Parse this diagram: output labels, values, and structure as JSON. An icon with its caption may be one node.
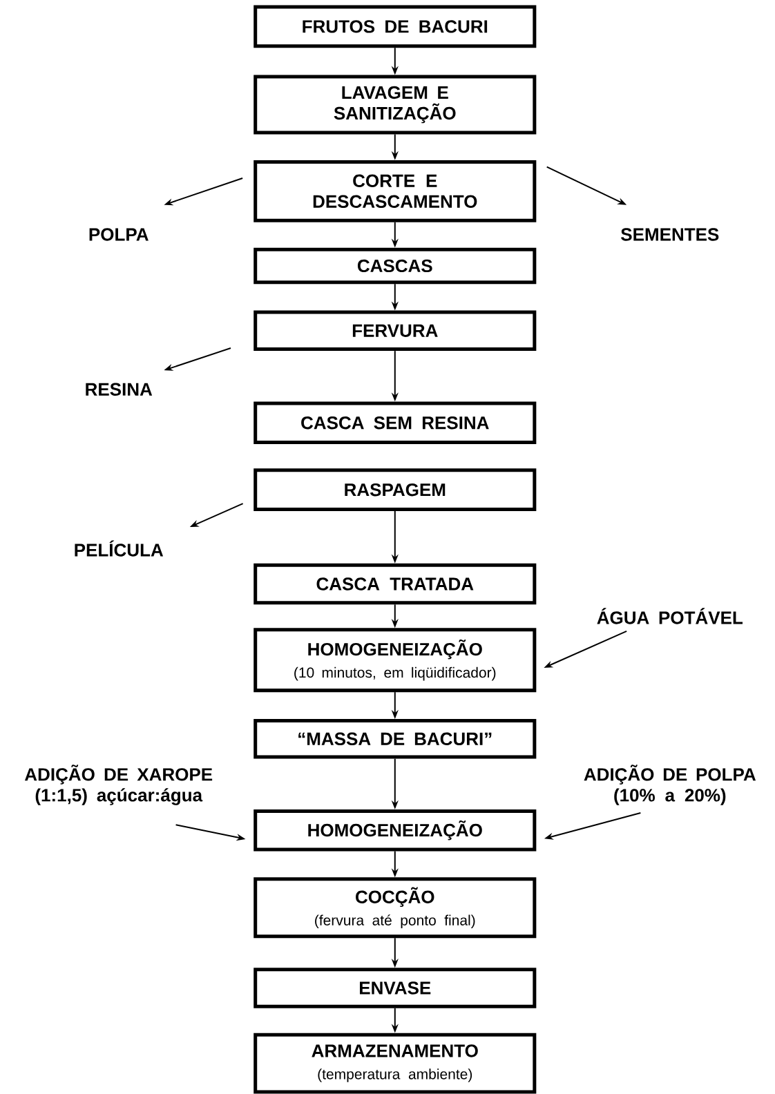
{
  "diagram": {
    "nodes": [
      {
        "text": [
          "FRUTOS DE BACURI"
        ]
      },
      {
        "text": [
          "LAVAGEM E SANITIZAÇÃO"
        ]
      },
      {
        "text": [
          "CORTE E DESCASCAMENTO"
        ]
      },
      {
        "text": [
          "CASCAS"
        ]
      },
      {
        "text": [
          "FERVURA"
        ]
      },
      {
        "text": [
          "CASCA SEM RESINA"
        ]
      },
      {
        "text": [
          "RASPAGEM"
        ]
      },
      {
        "text": [
          "CASCA TRATADA"
        ]
      },
      {
        "text": [
          "HOMOGENEIZAÇÃO",
          "(10 minutos, em liqüidificador)"
        ]
      },
      {
        "text": [
          "“MASSA DE BACURI”"
        ]
      },
      {
        "text": [
          "HOMOGENEIZAÇÃO"
        ]
      },
      {
        "text": [
          "COCÇÃO",
          "(fervura até ponto final)"
        ]
      },
      {
        "text": [
          "ENVASE"
        ]
      },
      {
        "text": [
          "ARMAZENAMENTO",
          "(temperatura ambiente)"
        ]
      },
      {
        "text": [
          "POLPA"
        ]
      },
      {
        "text": [
          "SEMENTES"
        ]
      },
      {
        "text": [
          "RESINA"
        ]
      },
      {
        "text": [
          "PELÍCULA"
        ]
      },
      {
        "text": [
          "ÁGUA POTÁVEL"
        ]
      },
      {
        "text": [
          "ADIÇÃO DE XAROPE (1:1,5) açúcar:água"
        ]
      },
      {
        "text": [
          "ADIÇÃO DE POLPA (10% a 20%)"
        ]
      }
    ],
    "edges": [
      {
        "from": 0,
        "to": 1,
        "arrow": "to"
      },
      {
        "from": 1,
        "to": 2,
        "arrow": "to"
      },
      {
        "from": 2,
        "to": 14,
        "arrow": "to"
      },
      {
        "from": 2,
        "to": 15,
        "arrow": "to"
      },
      {
        "from": 2,
        "to": 3,
        "arrow": "to"
      },
      {
        "from": 3,
        "to": 4,
        "arrow": "to"
      },
      {
        "from": 4,
        "to": 16,
        "arrow": "to"
      },
      {
        "from": 4,
        "to": 5,
        "arrow": "to"
      },
      {
        "from": 6,
        "to": 17,
        "arrow": "to"
      },
      {
        "from": 6,
        "to": 7,
        "arrow": "to"
      },
      {
        "from": 7,
        "to": 8,
        "arrow": "to"
      },
      {
        "from": 18,
        "to": 8,
        "arrow": "to"
      },
      {
        "from": 8,
        "to": 9,
        "arrow": "to"
      },
      {
        "from": 9,
        "to": 10,
        "arrow": "to"
      },
      {
        "from": 19,
        "to": 10,
        "arrow": "to"
      },
      {
        "from": 20,
        "to": 10,
        "arrow": "to"
      },
      {
        "from": 10,
        "to": 11,
        "arrow": "to"
      },
      {
        "from": 11,
        "to": 12,
        "arrow": "to"
      },
      {
        "from": 12,
        "to": 13,
        "arrow": "to"
      }
    ]
  }
}
